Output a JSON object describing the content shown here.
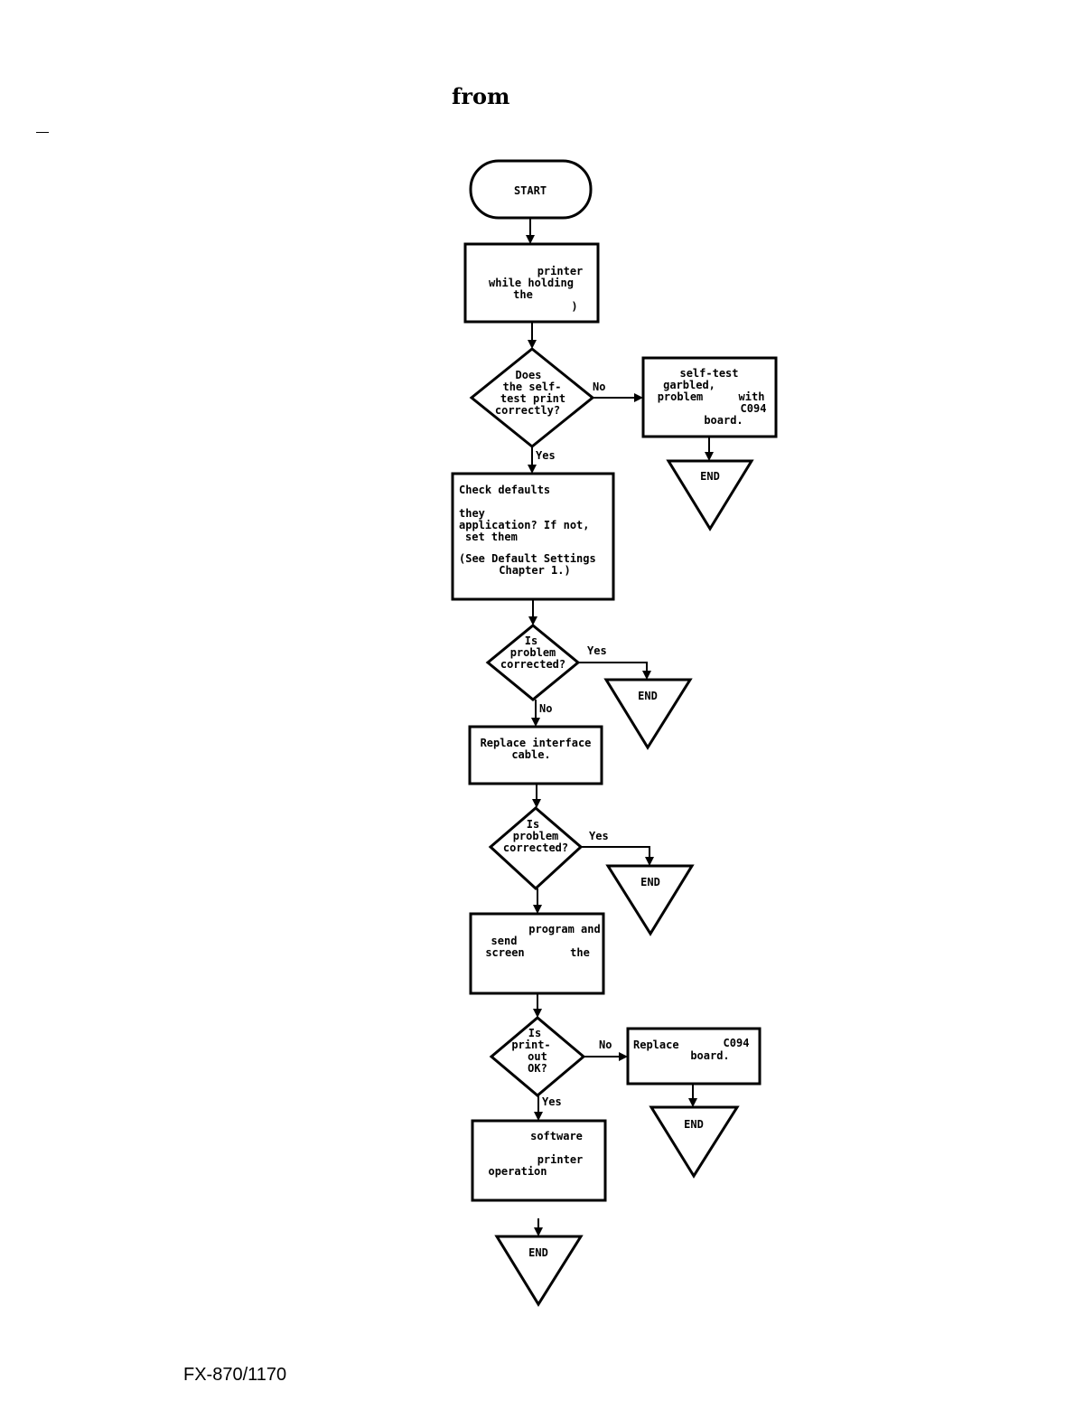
{
  "page": {
    "title": "from",
    "footer": "FX-870/1170"
  },
  "flowchart": {
    "start": "START",
    "step1": [
      "printer",
      "while holding",
      "the",
      ")"
    ],
    "decision1": [
      "Does",
      "the self-",
      "test print",
      "correctly?"
    ],
    "no_label": "No",
    "yes_label": "Yes",
    "branch1": [
      "self-test",
      "garbled,",
      "problem",
      "with",
      "C094",
      "board."
    ],
    "end_label": "END",
    "step2": [
      "Check defaults",
      "they",
      "application? If not,",
      "set them",
      "(See Default Settings",
      "Chapter 1.)"
    ],
    "decision2": [
      "Is",
      "problem",
      "corrected?"
    ],
    "step3": [
      "Replace interface",
      "cable."
    ],
    "decision3": [
      "Is",
      "problem",
      "corrected?"
    ],
    "step4": [
      "program and",
      "send",
      "screen",
      "the"
    ],
    "decision4": [
      "Is",
      "print-",
      "out",
      "OK?"
    ],
    "branch4": [
      "Replace",
      "C094",
      "board."
    ],
    "step5": [
      "software",
      "printer",
      "operation"
    ]
  }
}
